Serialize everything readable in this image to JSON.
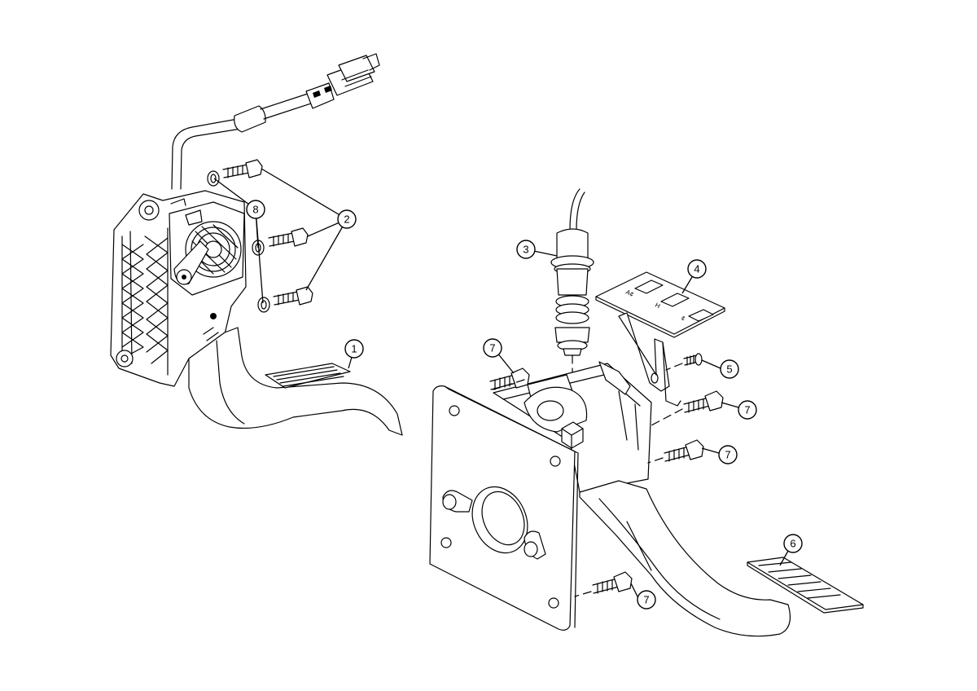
{
  "callouts": {
    "c1": "1",
    "c2": "2",
    "c3": "3",
    "c4": "4",
    "c5": "5",
    "c6": "6",
    "c7a": "7",
    "c7b": "7",
    "c7c": "7",
    "c7d": "7",
    "c8": "8"
  },
  "plate_markings": {
    "m1": "A¢",
    "m2": "H",
    "m3": "¢"
  }
}
